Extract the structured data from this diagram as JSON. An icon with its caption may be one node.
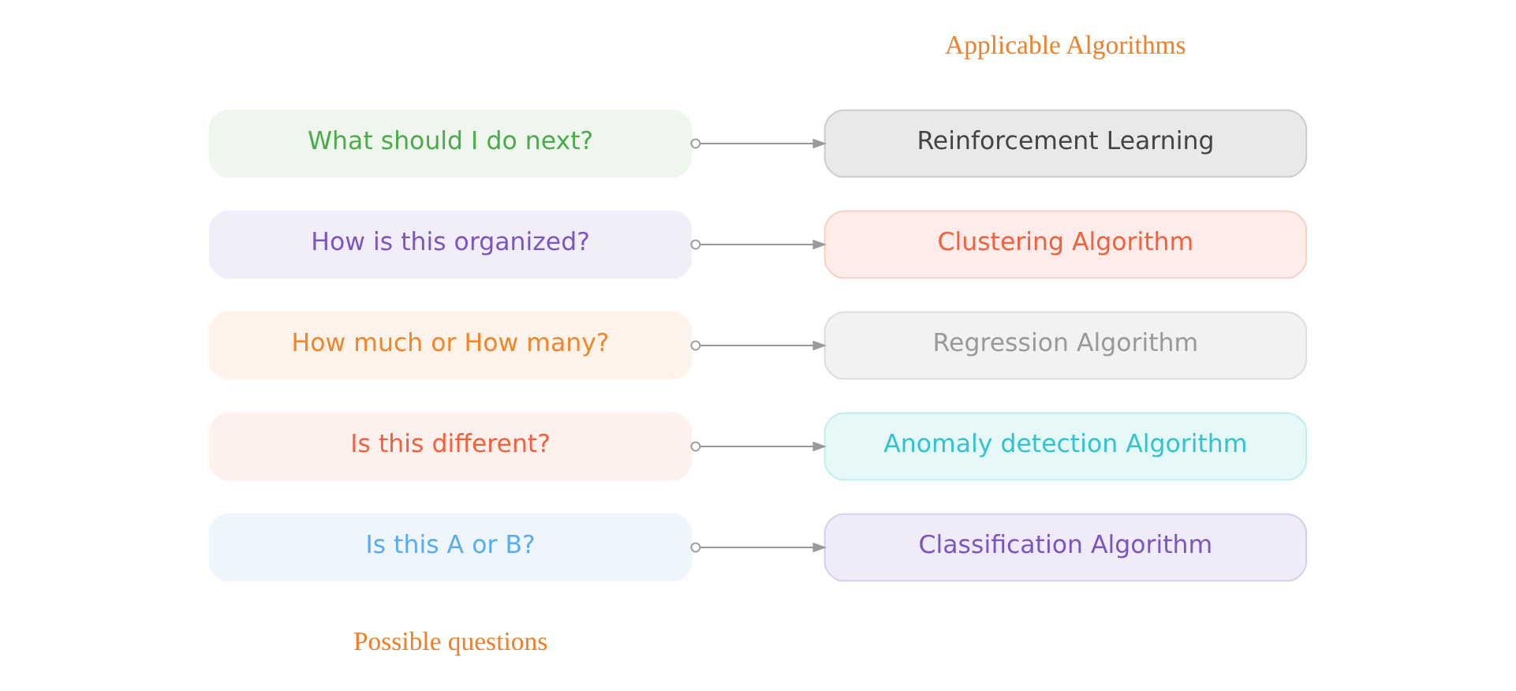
{
  "diagram": {
    "nodes": [
      {
        "text": [
          "Is this A or B?"
        ]
      },
      {
        "text": [
          "Is this different?"
        ]
      },
      {
        "text": [
          "How much or How many?"
        ]
      },
      {
        "text": [
          "How is this organized?"
        ]
      },
      {
        "text": [
          "What should I do next?"
        ]
      },
      {
        "text": [
          "Classification Algorithm"
        ]
      },
      {
        "text": [
          "Anomaly detection Algorithm"
        ]
      },
      {
        "text": [
          "Regression Algorithm"
        ]
      },
      {
        "text": [
          "Clustering Algorithm"
        ]
      },
      {
        "text": [
          "Reinforcement Learning"
        ]
      }
    ],
    "edges": [
      {
        "from": 0,
        "to": 5,
        "arrow": "to"
      },
      {
        "from": 1,
        "to": 6,
        "arrow": "to"
      },
      {
        "from": 2,
        "to": 7,
        "arrow": "to"
      },
      {
        "from": 3,
        "to": 8,
        "arrow": "to"
      },
      {
        "from": 4,
        "to": 9,
        "arrow": "to"
      }
    ],
    "labels": [
      "Possible questions",
      "Applicable Algorithms"
    ]
  }
}
